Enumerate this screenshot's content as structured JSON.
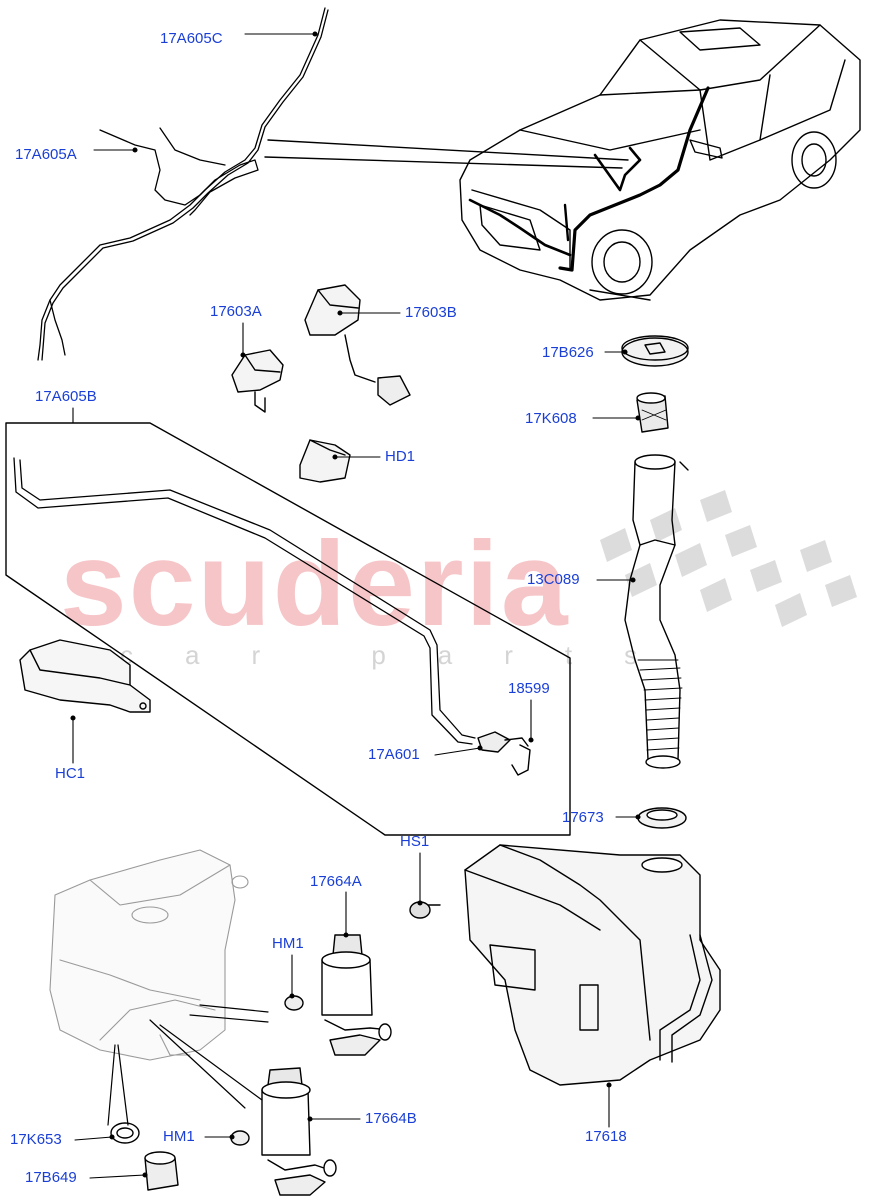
{
  "watermark": {
    "main": "scuderia",
    "sub": "car parts"
  },
  "labels": {
    "p17A605C": "17A605C",
    "p17A605A": "17A605A",
    "p17603A": "17603A",
    "p17603B": "17603B",
    "p17B626": "17B626",
    "p17K608": "17K608",
    "p17A605B": "17A605B",
    "pHD1": "HD1",
    "p13C089": "13C089",
    "p18599": "18599",
    "p17A601": "17A601",
    "pHC1": "HC1",
    "p17673": "17673",
    "pHS1": "HS1",
    "p17664A": "17664A",
    "pHM1a": "HM1",
    "p17664B": "17664B",
    "pHM1b": "HM1",
    "p17K653": "17K653",
    "p17B649": "17B649",
    "p17618": "17618"
  },
  "colors": {
    "label": "#1a3fd6",
    "line": "#000000",
    "watermark": "#f6c5c8"
  }
}
